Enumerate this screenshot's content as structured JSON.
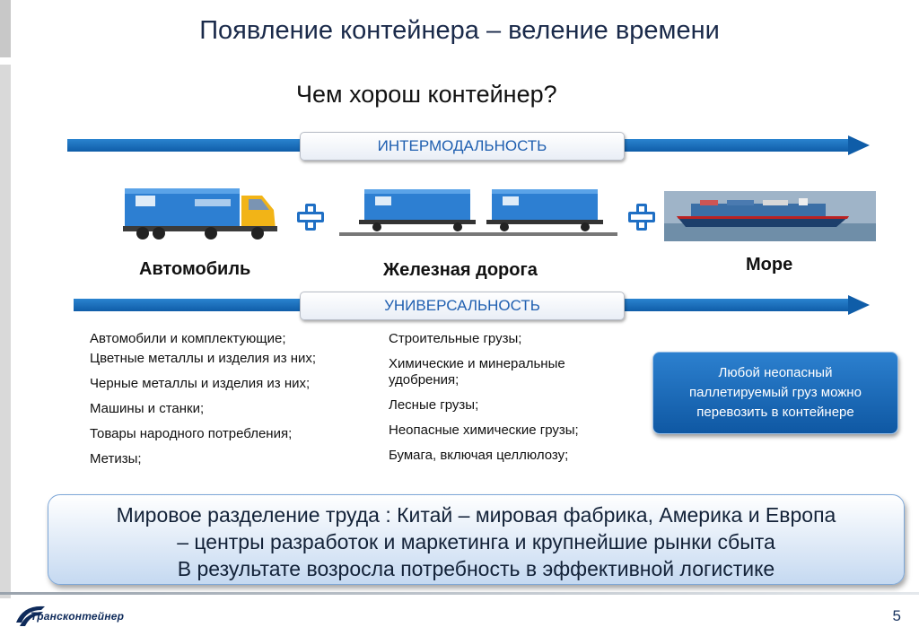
{
  "slide": {
    "title": "Появление контейнера – веление времени",
    "subtitle": "Чем хорош контейнер?",
    "band_top_label": "ИНТЕРМОДАЛЬНОСТЬ",
    "band_bottom_label": "УНИВЕРСАЛЬНОСТЬ",
    "modes": {
      "auto": "Автомобиль",
      "rail": "Железная дорога",
      "sea": "Море"
    },
    "cargo_left": [
      "Автомобили и комплектующие;",
      "Цветные металлы и изделия из них;",
      "Черные металлы и изделия из них;",
      "Машины и станки;",
      "Товары народного потребления;",
      "Метизы;"
    ],
    "cargo_right": [
      "Строительные грузы;",
      "Химические и минеральные удобрения;",
      "Лесные грузы;",
      "Неопасные химические грузы;",
      "Бумага, включая целлюлозу;"
    ],
    "info_box": "Любой неопасный паллетируемый груз можно перевозить в контейнере",
    "bottom_lines": [
      "Мировое разделение труда : Китай – мировая фабрика, Америка и Европа",
      "– центры разработок и маркетинга и крупнейшие рынки сбыта",
      "В результате возросла потребность в эффективной  логистике"
    ],
    "page_number": "5",
    "logo_text": "Трансконтейнер",
    "colors": {
      "accent": "#1565b8",
      "title": "#1a2a4a",
      "band": "#0f5da8"
    }
  }
}
